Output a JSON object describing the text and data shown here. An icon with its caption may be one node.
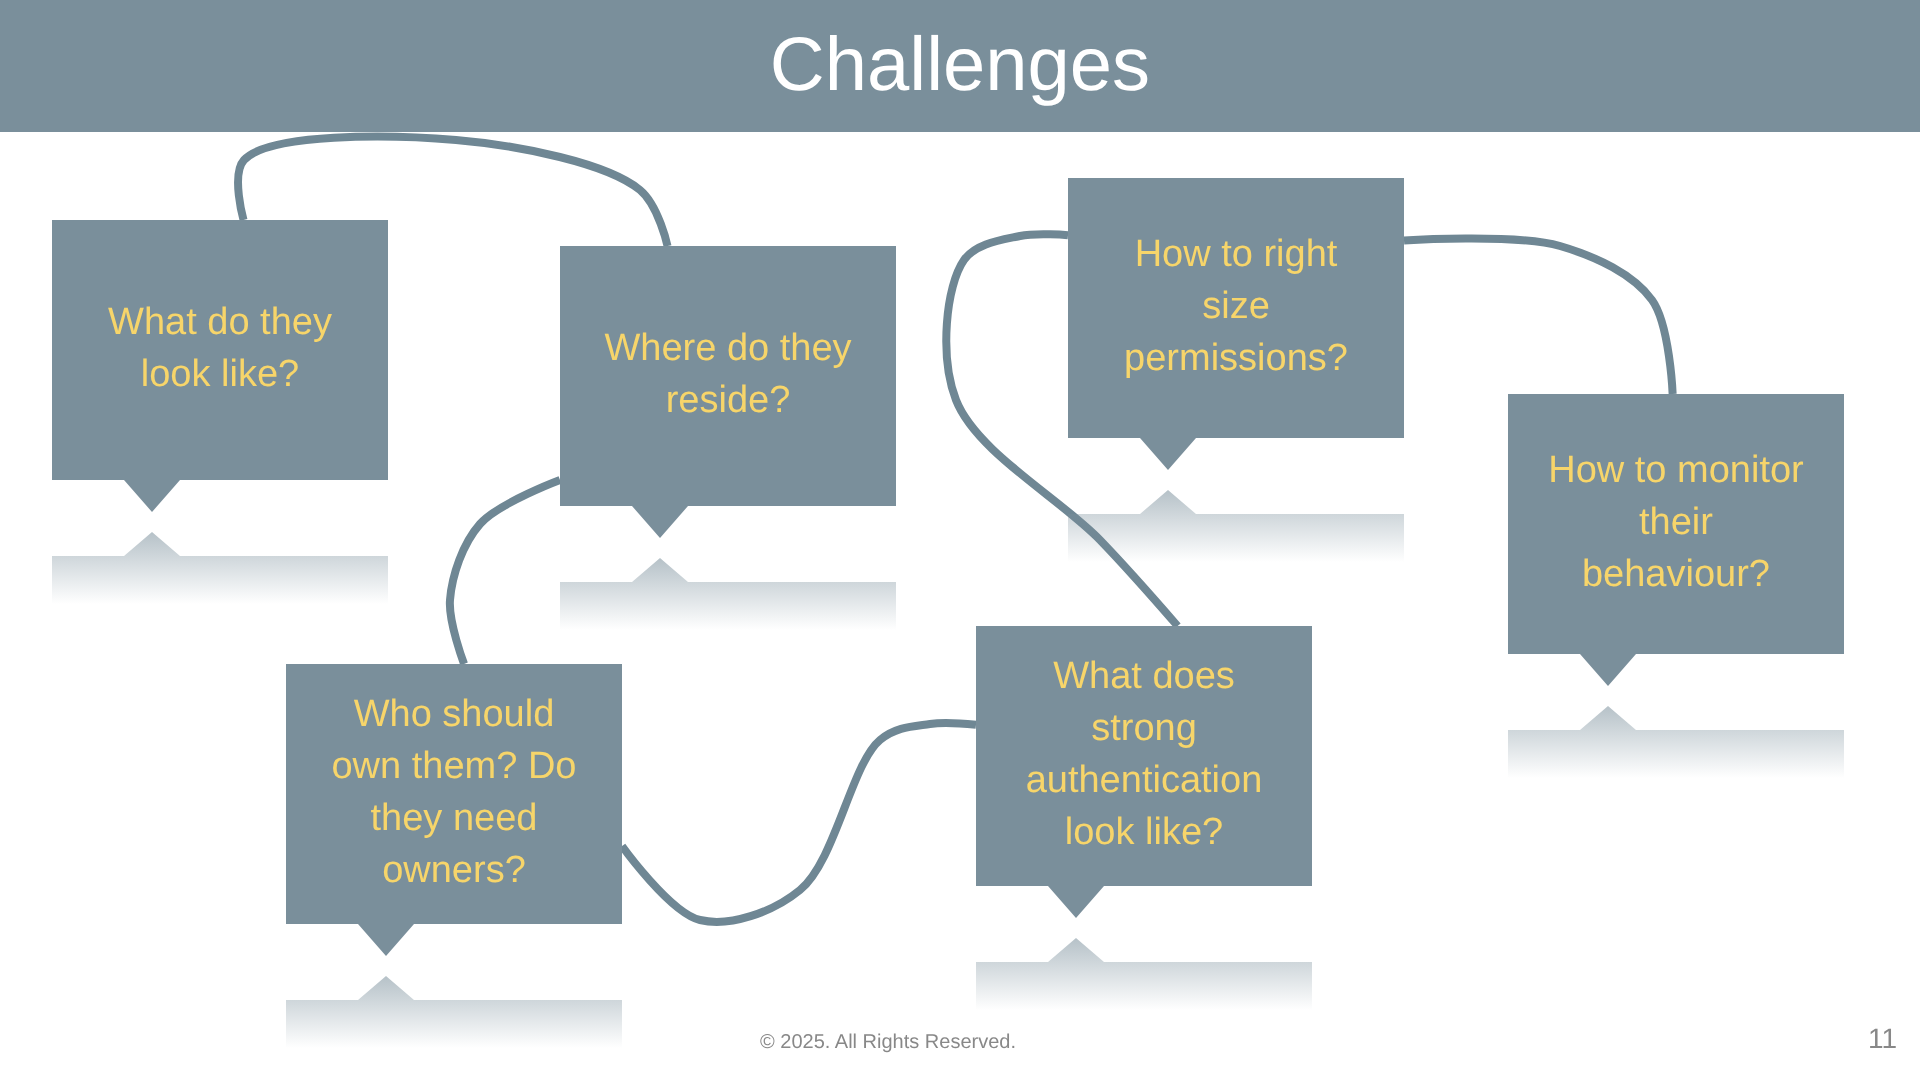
{
  "diagram": {
    "title": "Challenges",
    "nodes": [
      {
        "text": [
          "What do they look like?"
        ]
      },
      {
        "text": [
          "Where do they reside?"
        ]
      },
      {
        "text": [
          "How to right size permissions?"
        ]
      },
      {
        "text": [
          "Who should own them? Do they need owners?"
        ]
      },
      {
        "text": [
          "What does strong authentication look like?"
        ]
      },
      {
        "text": [
          "How to monitor their behaviour?"
        ]
      }
    ],
    "edges": [
      {
        "from": 0,
        "to": 1,
        "arrow": "none"
      },
      {
        "from": 1,
        "to": 3,
        "arrow": "none"
      },
      {
        "from": 3,
        "to": 4,
        "arrow": "none"
      },
      {
        "from": 4,
        "to": 2,
        "arrow": "none"
      },
      {
        "from": 2,
        "to": 5,
        "arrow": "none"
      }
    ],
    "labels": [
      "© 2025. All Rights Reserved.",
      "11"
    ]
  }
}
